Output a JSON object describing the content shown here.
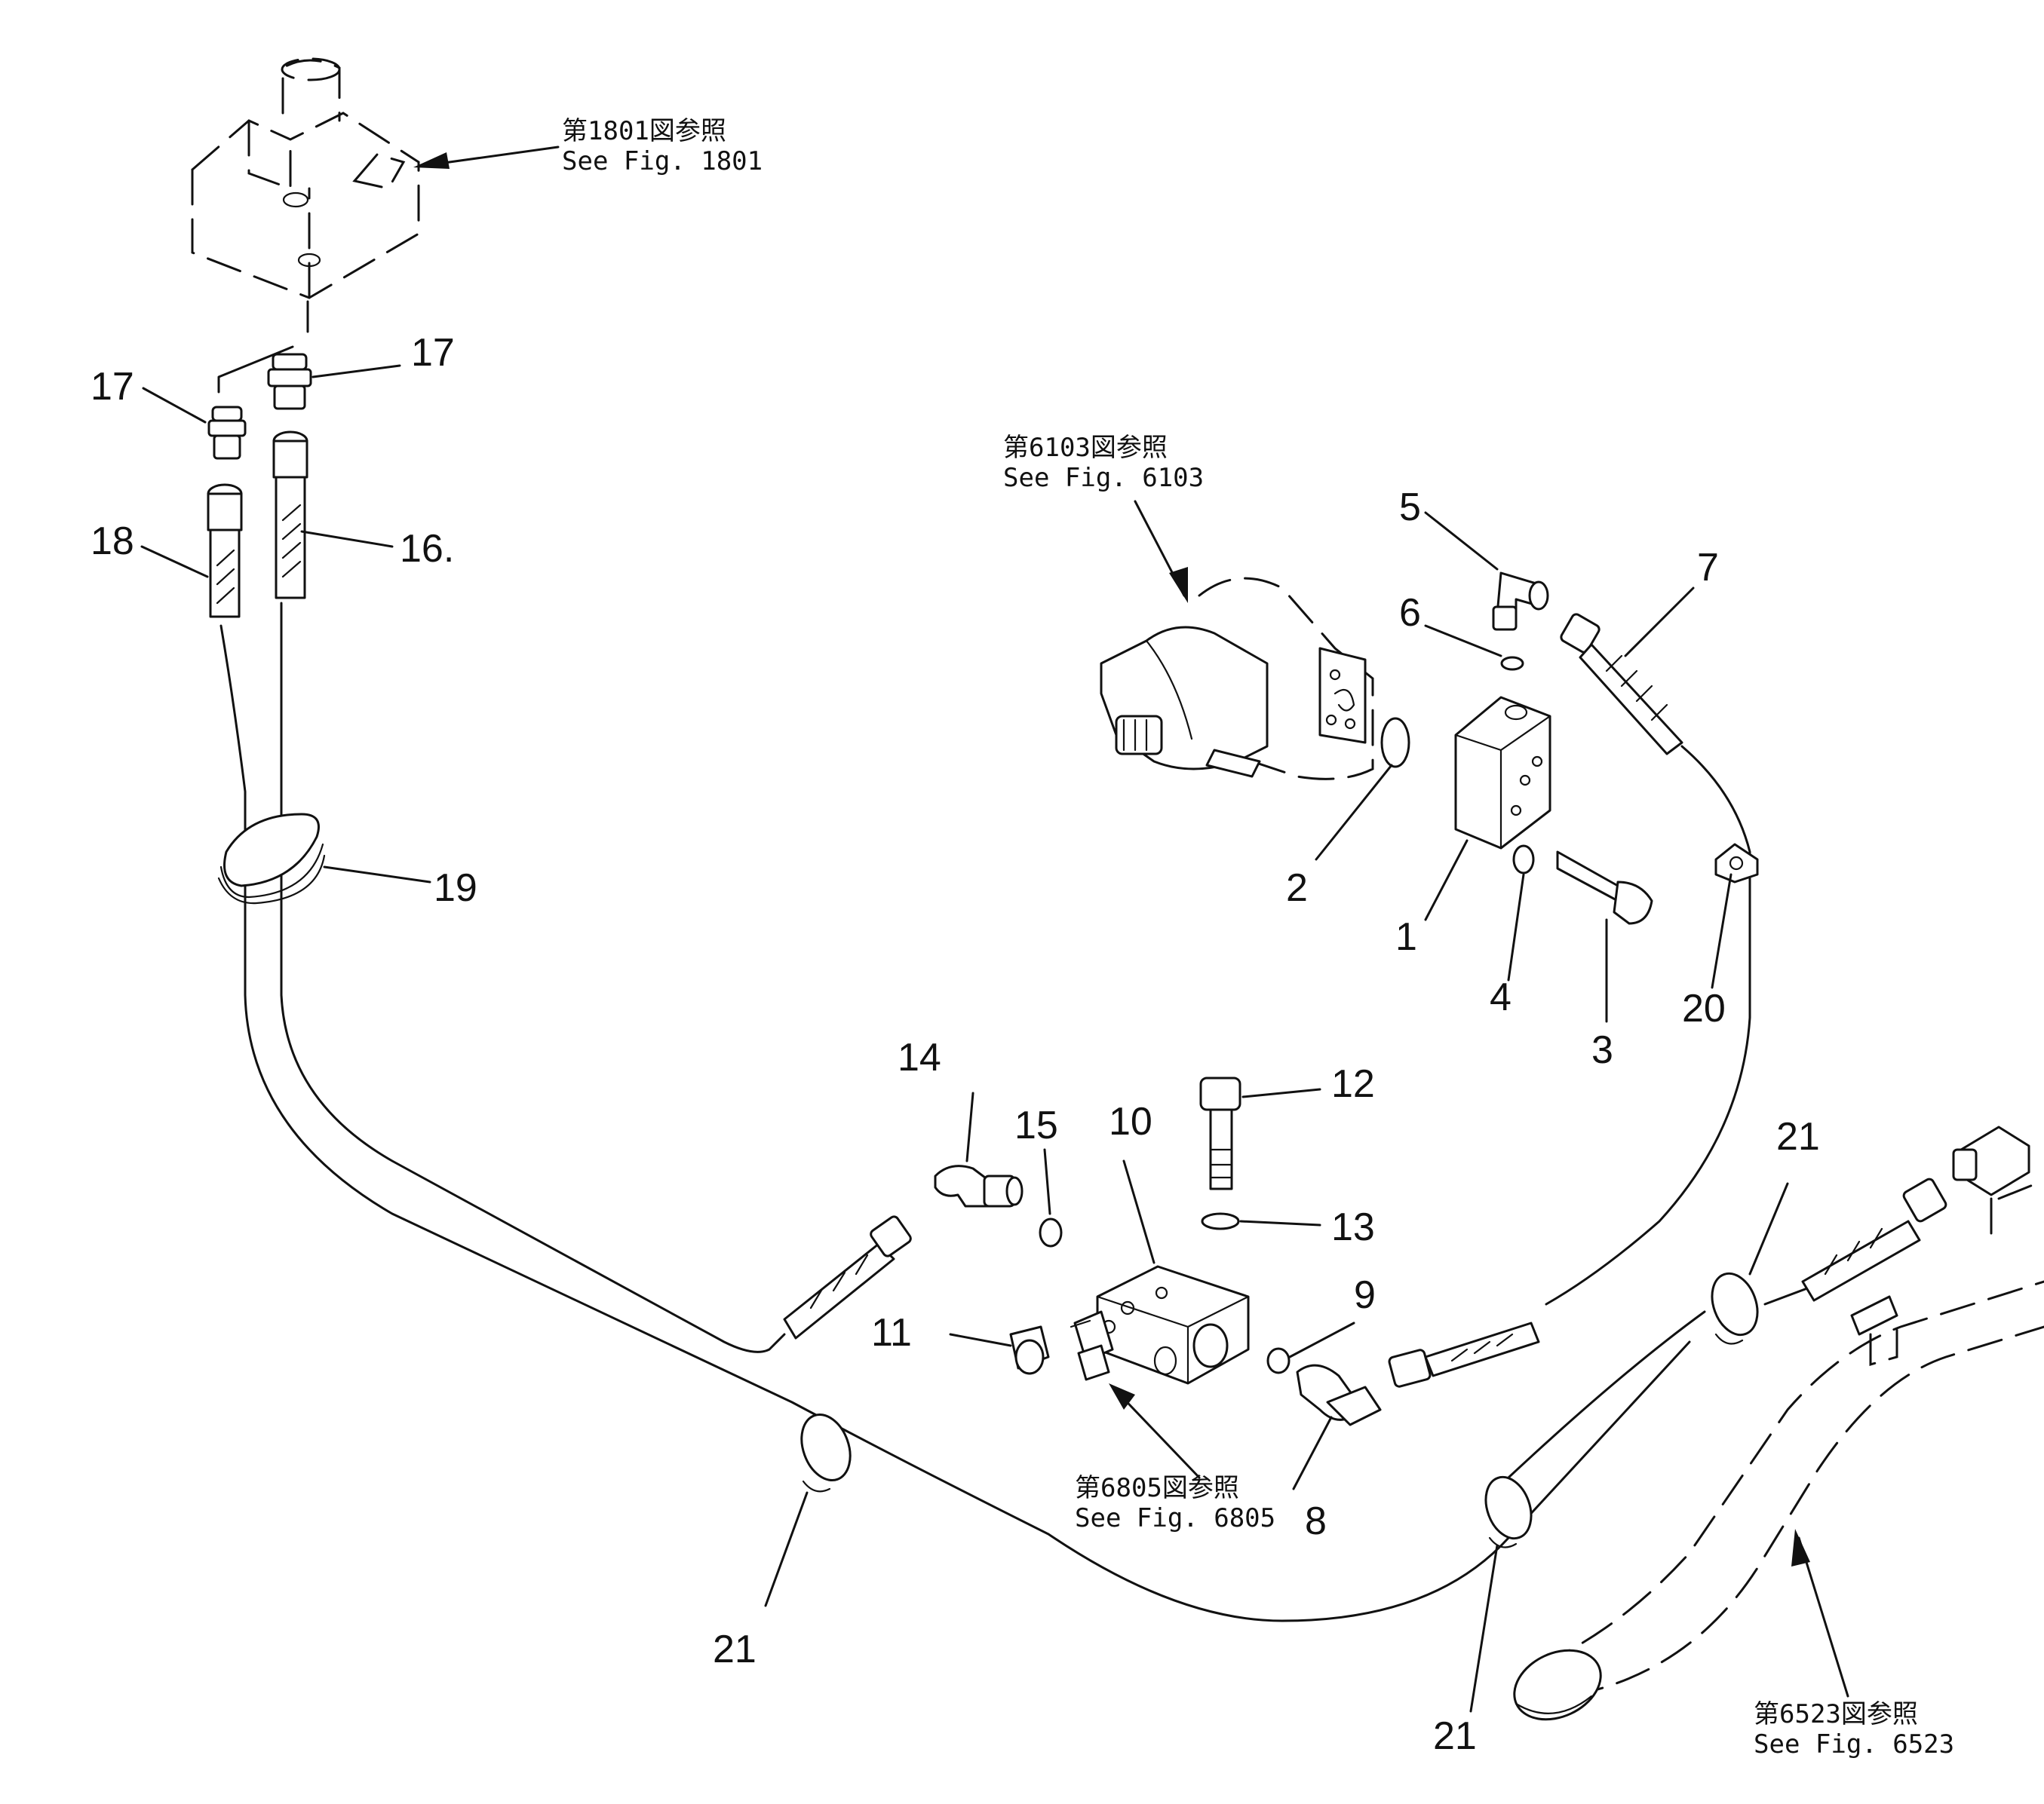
{
  "references": {
    "fig1801": {
      "jp": "第1801図参照",
      "en": "See  Fig. 1801"
    },
    "fig6103": {
      "jp": "第6103図参照",
      "en": "See  Fig. 6103"
    },
    "fig6805": {
      "jp": "第6805図参照",
      "en": "See  Fig. 6805"
    },
    "fig6523": {
      "jp": "第6523図参照",
      "en": "See  Fig. 6523"
    }
  },
  "part_numbers": {
    "p1": "1",
    "p2": "2",
    "p3": "3",
    "p4": "4",
    "p5": "5",
    "p6": "6",
    "p7": "7",
    "p8": "8",
    "p9": "9",
    "p10": "10",
    "p11": "11",
    "p12": "12",
    "p13": "13",
    "p14": "14",
    "p15": "15",
    "p16": "16.",
    "p17a": "17",
    "p17b": "17",
    "p18": "18",
    "p19": "19",
    "p20": "20",
    "p21a": "21",
    "p21b": "21",
    "p21c": "21"
  }
}
